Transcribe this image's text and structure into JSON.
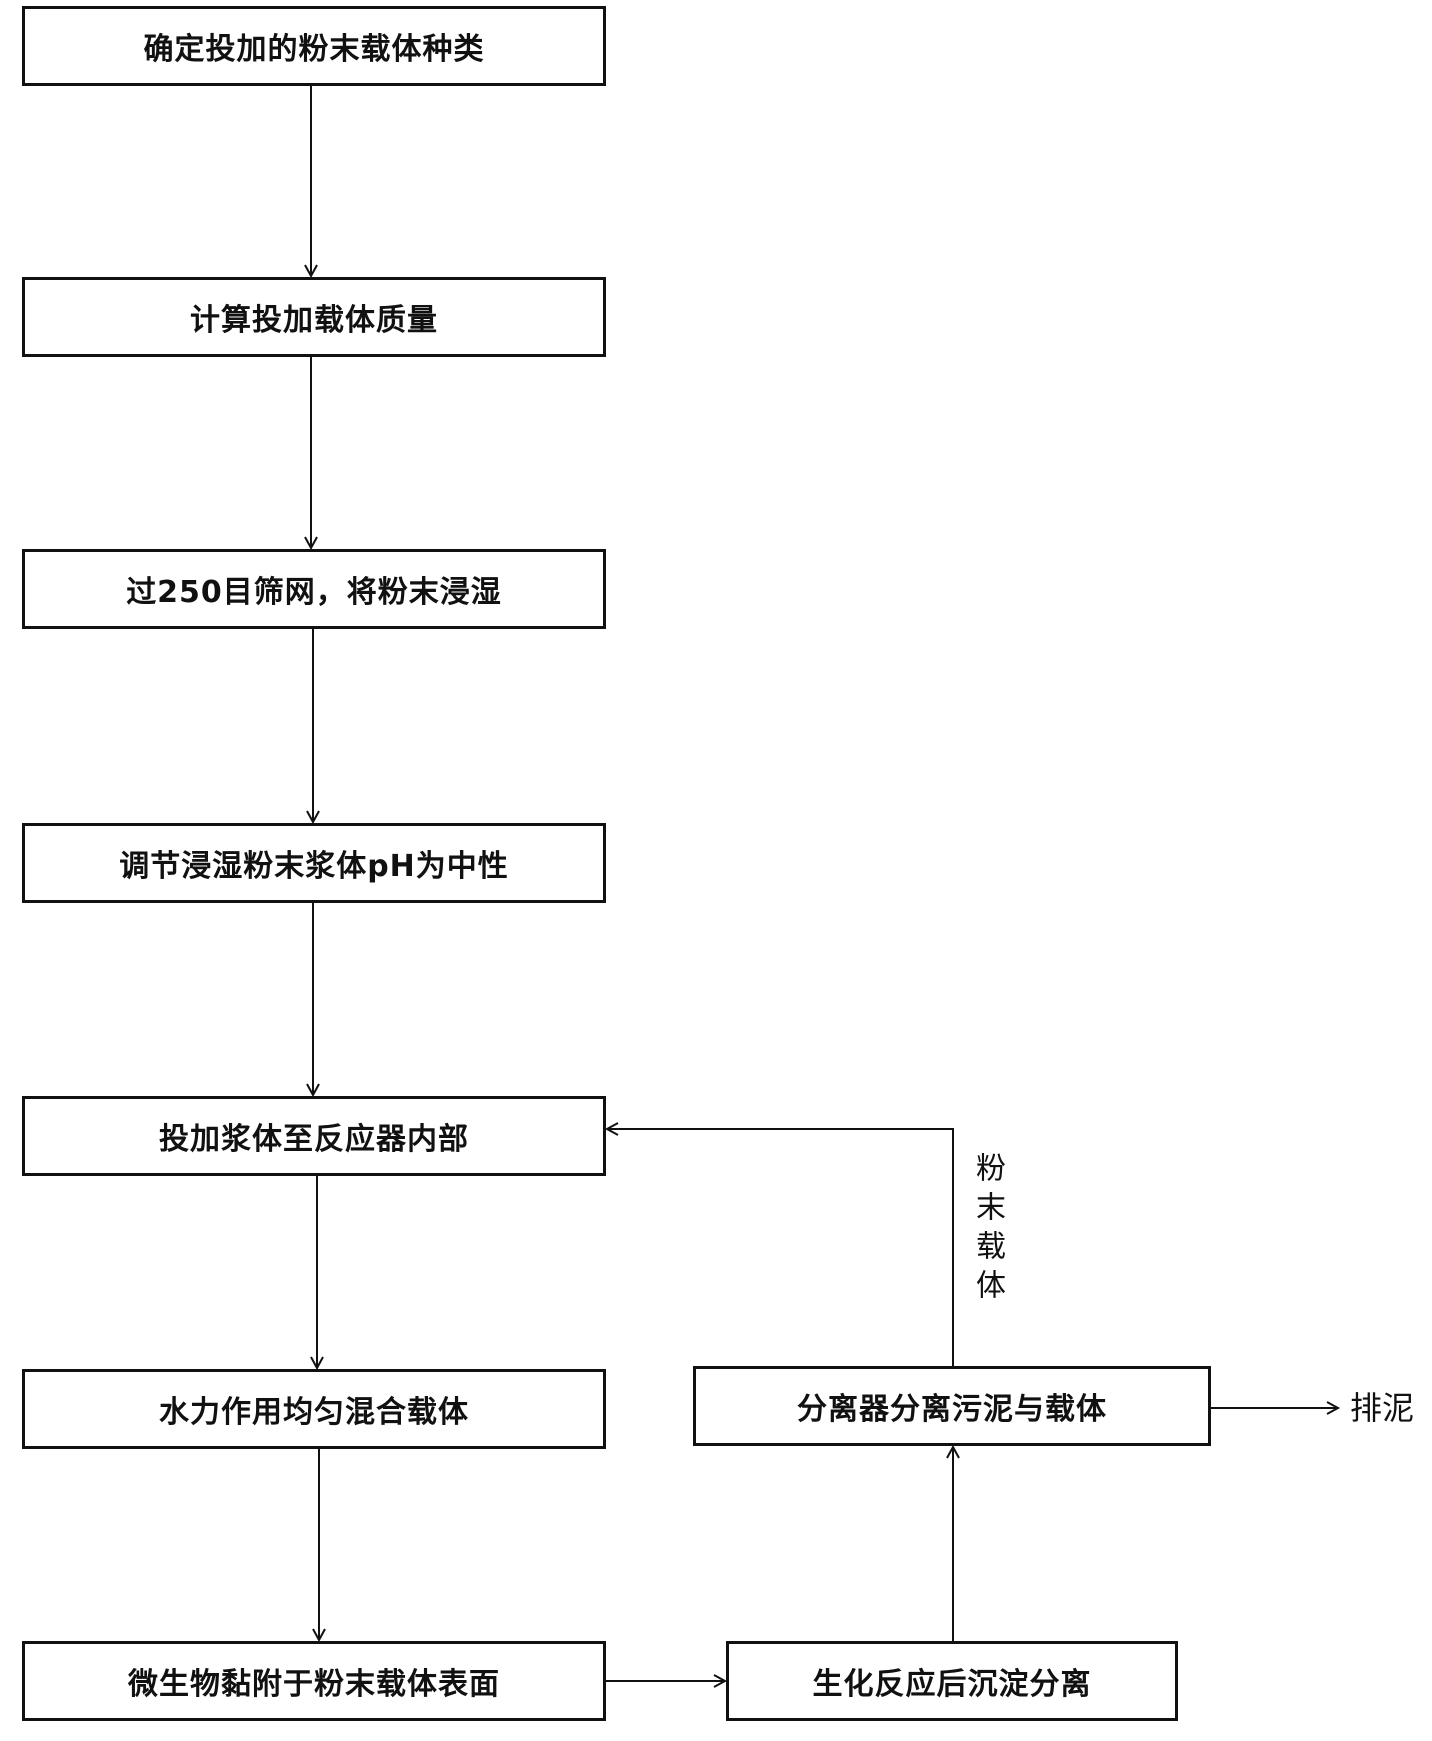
{
  "steps": [
    {
      "label": "确定投加的粉末载体种类"
    },
    {
      "label": "计算投加载体质量"
    },
    {
      "label": "过250目筛网，将粉末浸湿"
    },
    {
      "label": "调节浸湿粉末浆体pH为中性"
    },
    {
      "label": "投加浆体至反应器内部"
    },
    {
      "label": "水力作用均匀混合载体"
    },
    {
      "label": "微生物黏附于粉末载体表面"
    }
  ],
  "branch": {
    "sediment_separation": "生化反应后沉淀分离",
    "separator": "分离器分离污泥与载体",
    "recycle_label": "粉末载体",
    "discharge": "排泥"
  }
}
